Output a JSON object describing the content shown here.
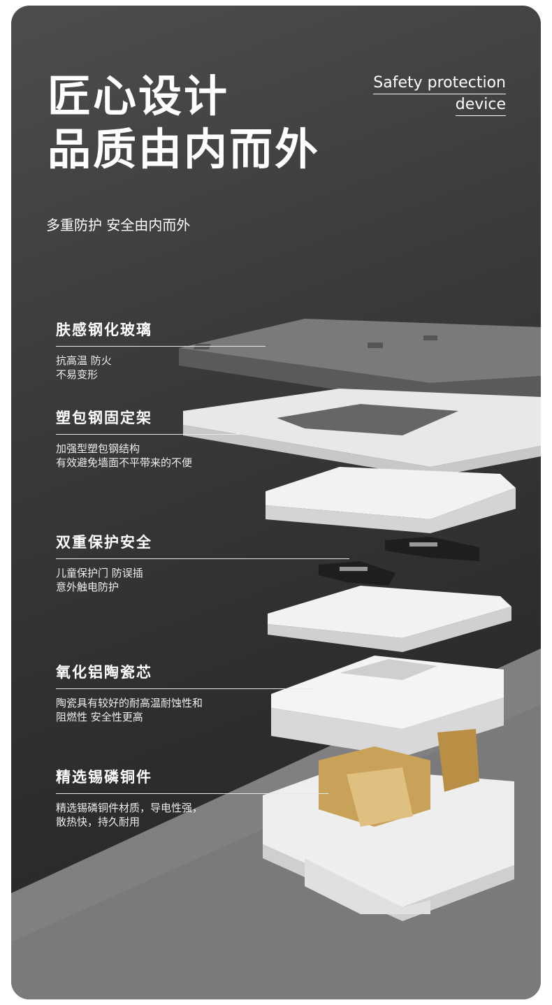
{
  "header": {
    "title_line1": "匠心设计",
    "title_line2": "品质由内而外",
    "english_line1": "Safety protection",
    "english_line2": "device",
    "subtitle": "多重防护 安全由内而外"
  },
  "features": [
    {
      "title": "肤感钢化玻璃",
      "desc1": "抗高温 防火",
      "desc2": "不易变形"
    },
    {
      "title": "塑包钢固定架",
      "desc1": "加强型塑包钢结构",
      "desc2": "有效避免墙面不平带来的不便"
    },
    {
      "title": "双重保护安全",
      "desc1": "儿童保护门 防误插",
      "desc2": "意外触电防护"
    },
    {
      "title": "氧化铝陶瓷芯",
      "desc1": "陶瓷具有较好的耐高温耐蚀性和",
      "desc2": "阻燃性 安全性更高"
    },
    {
      "title": "精选锡磷铜件",
      "desc1": "精选锡磷铜件材质，导电性强，",
      "desc2": "散热快，持久耐用"
    }
  ],
  "colors": {
    "background": "#333333",
    "glass_panel": "#6b6b6b",
    "plastic": "#f0f0f0",
    "copper": "#c9a25a"
  }
}
